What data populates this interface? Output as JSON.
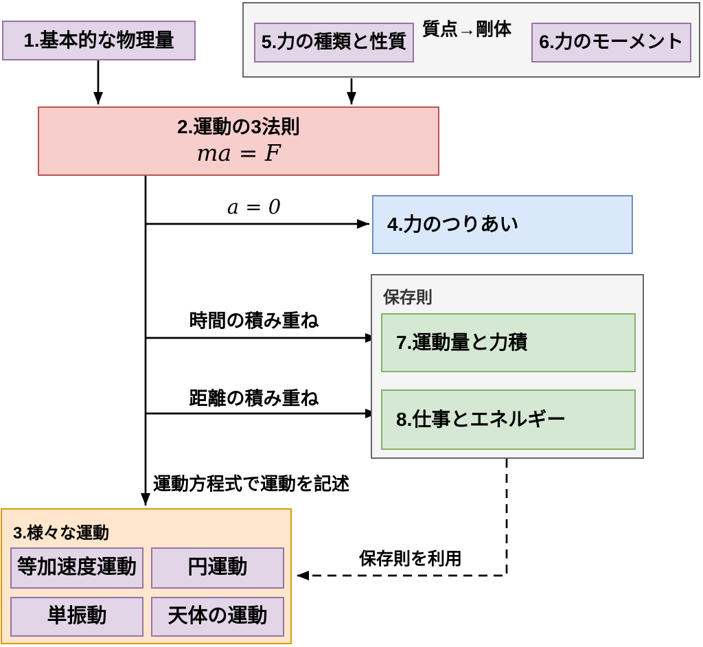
{
  "diagram": {
    "nodes": {
      "basic_quantities": {
        "label": "1.基本的な物理量"
      },
      "laws_of_motion": {
        "title": "2.運動の3法則",
        "formula": "ma = F"
      },
      "various_motions": {
        "label": "3.様々な運動",
        "items": {
          "uniform_acceleration": "等加速度運動",
          "circular_motion": "円運動",
          "simple_harmonic": "単振動",
          "celestial_motion": "天体の運動"
        }
      },
      "force_balance": {
        "label": "4.力のつりあい"
      },
      "force_types": {
        "label": "5.力の種類と性質"
      },
      "force_moment": {
        "label": "6.力のモーメント"
      },
      "momentum_impulse": {
        "label": "7.運動量と力積"
      },
      "work_energy": {
        "label": "8.仕事とエネルギー"
      },
      "conservation_group": {
        "label": "保存則"
      }
    },
    "edge_labels": {
      "point_mass_to_rigid_body": "質点→剛体",
      "zero_acceleration": "a = 0",
      "time_accumulation": "時間の積み重ね",
      "distance_accumulation": "距離の積み重ね",
      "describe_motion_with_equation": "運動方程式で運動を記述",
      "use_conservation_laws": "保存則を利用"
    },
    "colors": {
      "purple_fill": "#e1d5e7",
      "purple_stroke": "#9673a6",
      "red_fill": "#f8cecc",
      "red_stroke": "#b85450",
      "blue_fill": "#dae8fc",
      "blue_stroke": "#6c8ebf",
      "green_fill": "#d5e8d4",
      "green_stroke": "#82b366",
      "orange_fill": "#ffe6cc",
      "orange_stroke": "#d79b00",
      "gray_fill": "#f5f5f5",
      "gray_stroke": "#666666",
      "arrow": "#000000",
      "text": "#000000"
    }
  }
}
